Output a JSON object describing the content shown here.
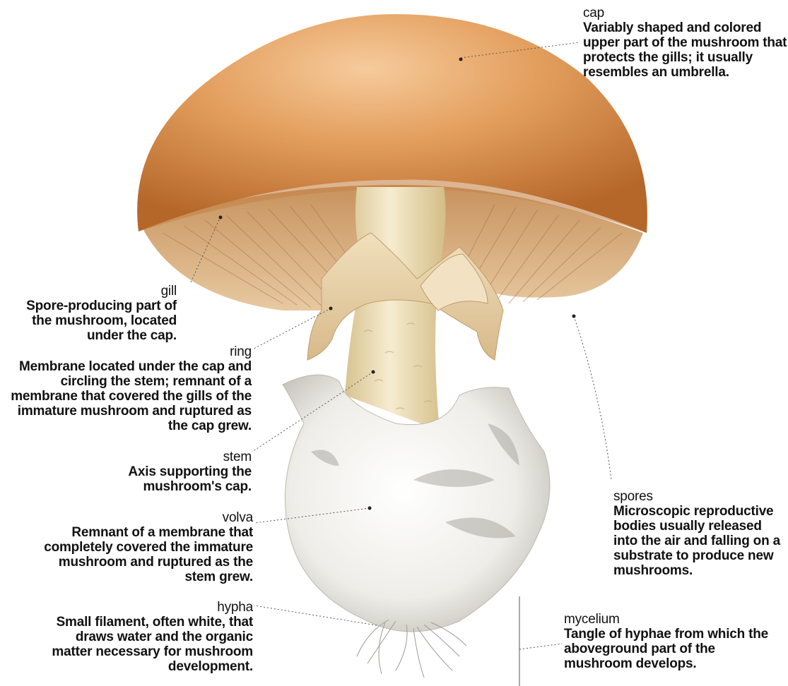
{
  "labels": {
    "cap": {
      "term": "cap",
      "desc": "Variably shaped and colored upper part of the mushroom that protects the gills; it usually resembles an umbrella."
    },
    "gill": {
      "term": "gill",
      "desc": "Spore-producing part of the mushroom, located under the cap."
    },
    "ring": {
      "term": "ring",
      "desc": "Membrane located under the cap and circling the stem; remnant of a membrane that covered the gills of the immature mushroom and ruptured as the cap grew."
    },
    "stem": {
      "term": "stem",
      "desc": "Axis supporting the mushroom's cap."
    },
    "volva": {
      "term": "volva",
      "desc": "Remnant of a membrane that completely covered the immature mushroom and ruptured as the stem grew."
    },
    "hypha": {
      "term": "hypha",
      "desc": "Small filament, often white, that draws water and the organic matter necessary for mushroom development."
    },
    "spores": {
      "term": "spores",
      "desc": "Microscopic reproductive bodies usually released into the air and falling on a substrate to produce new mushrooms."
    },
    "mycelium": {
      "term": "mycelium",
      "desc": "Tangle of hyphae from which the aboveground part of the mushroom develops."
    }
  },
  "colors": {
    "cap_light": "#f3c08d",
    "cap_mid": "#d98f4e",
    "cap_dark": "#b86a2c",
    "gills": "#c98f5a",
    "stem": "#eadbb0",
    "volva": "#f1f0ec",
    "volva_shadow": "#b5b1a8",
    "leader": "#555555"
  }
}
